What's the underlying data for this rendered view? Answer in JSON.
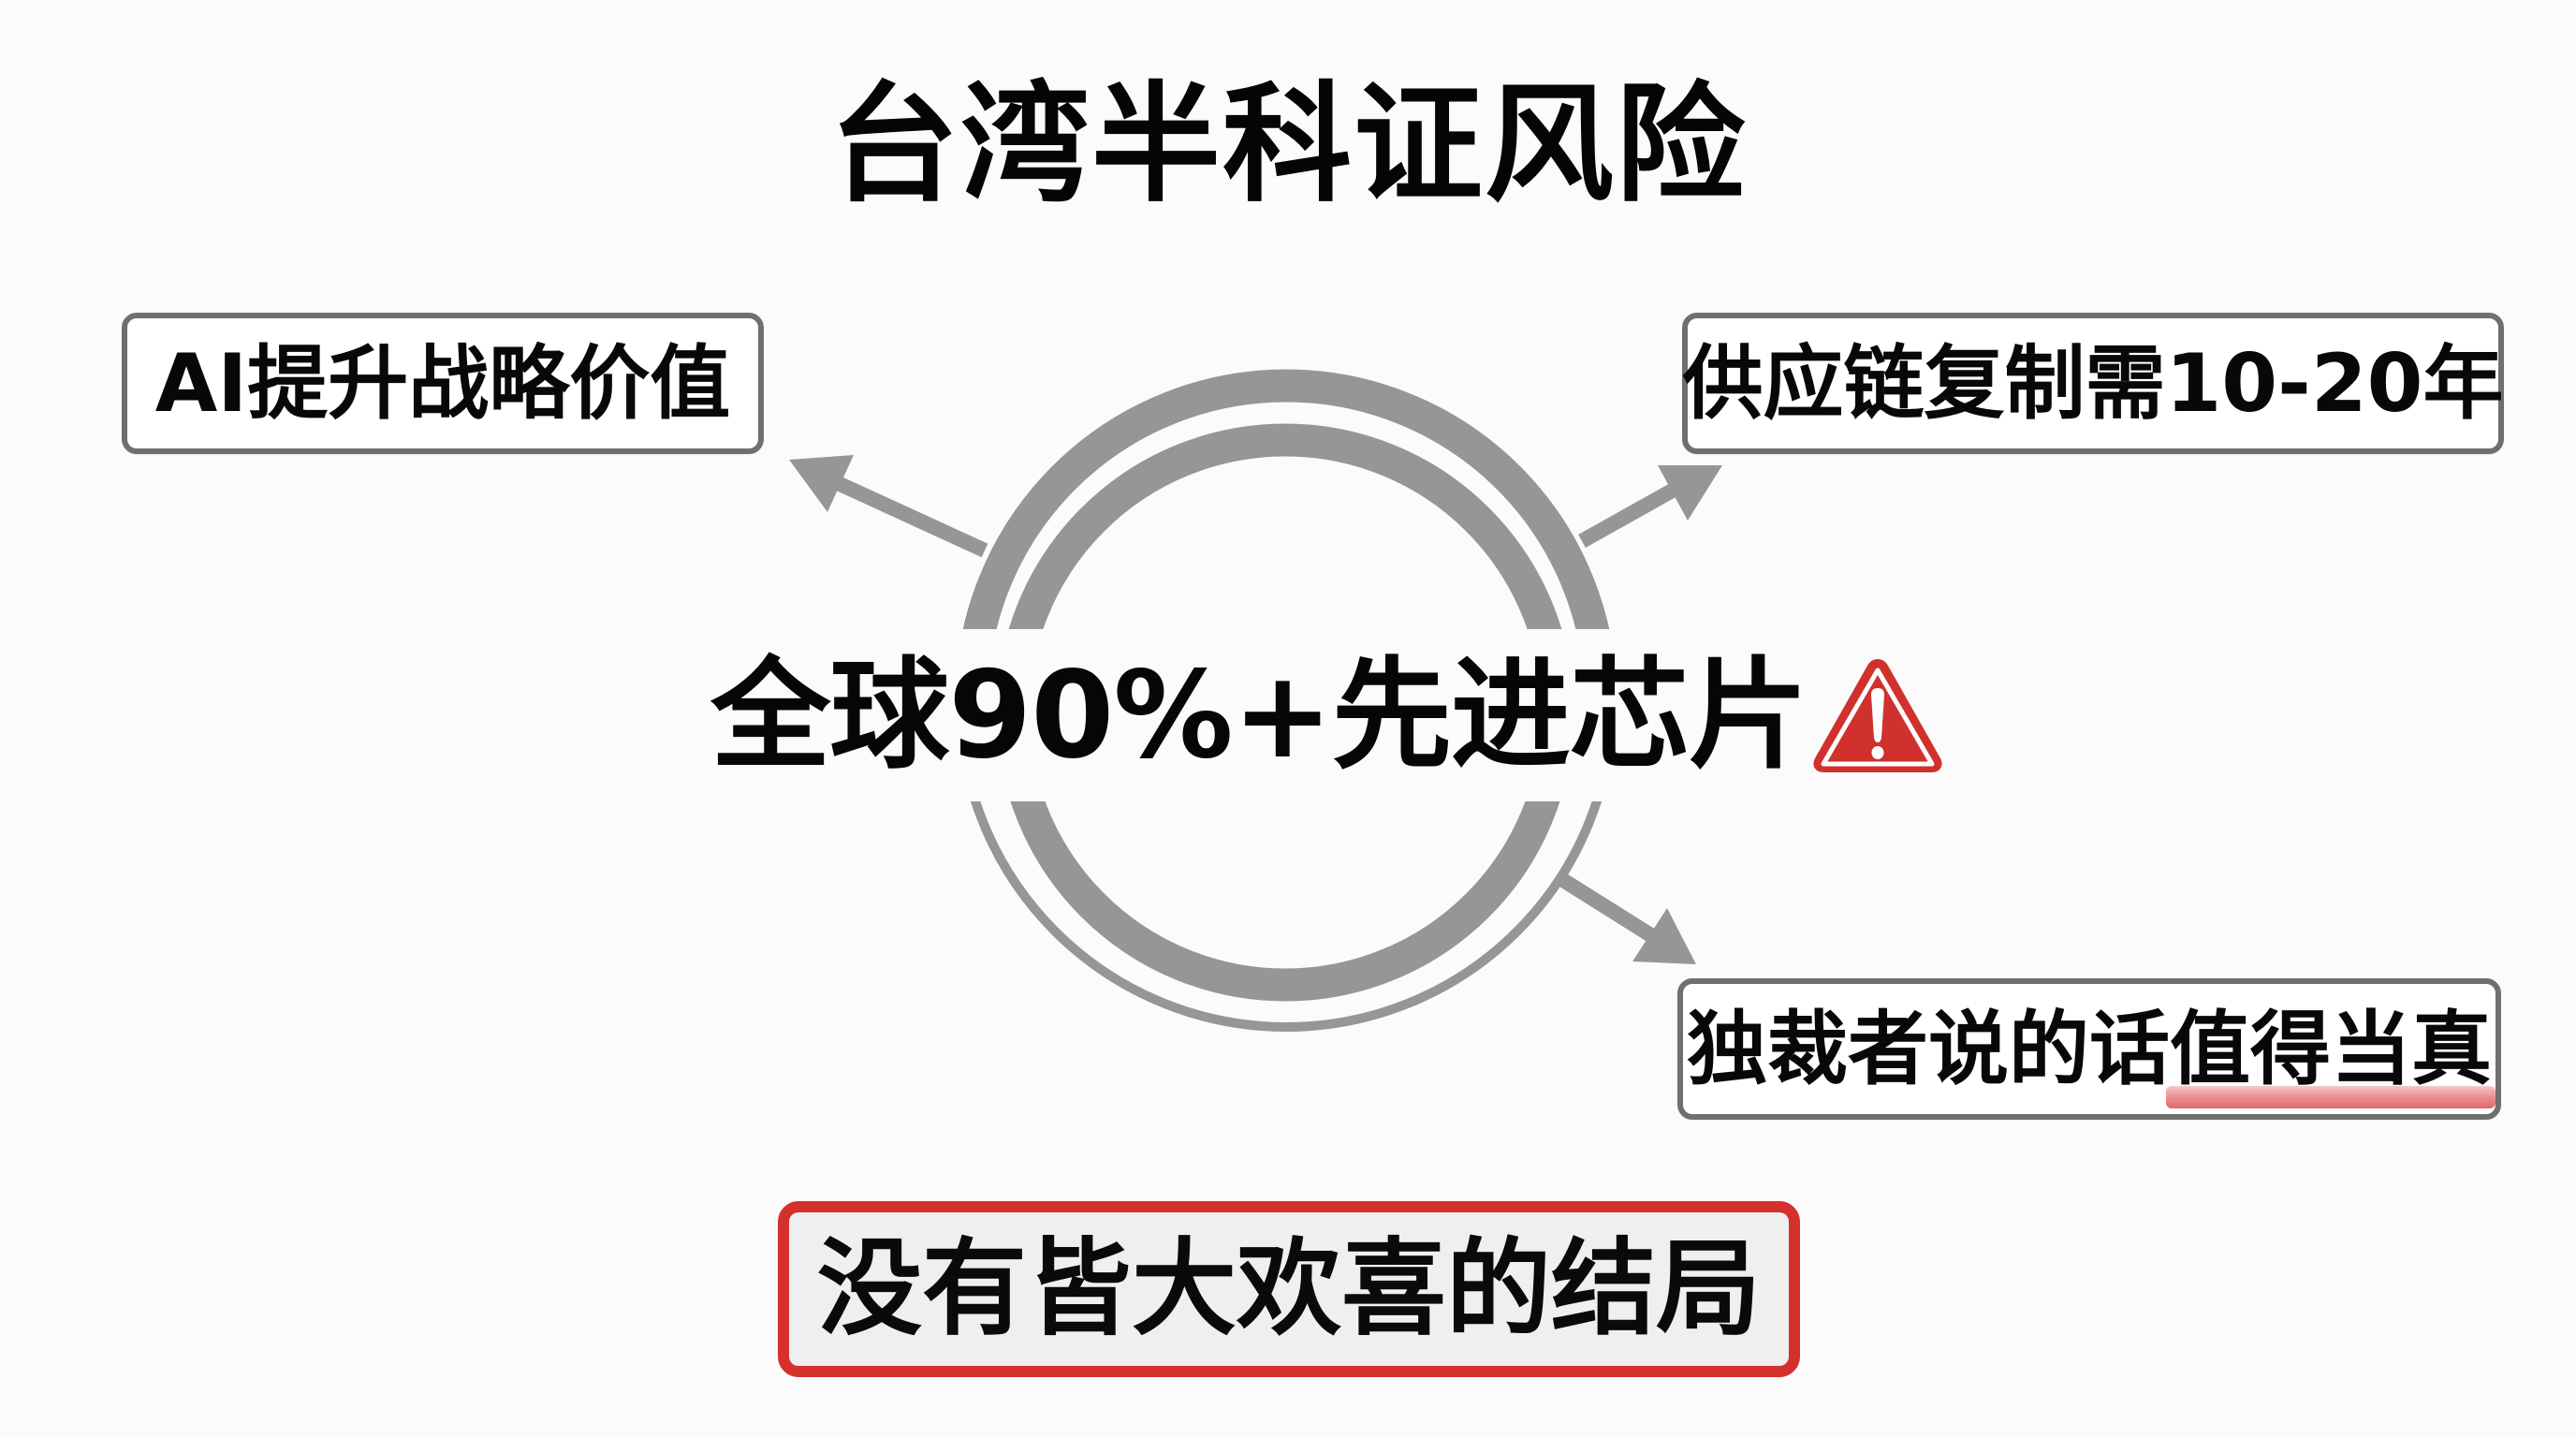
{
  "title": "台湾半科证风险",
  "center": {
    "text": "全球90%+先进芯片",
    "icon": "warning-triangle-icon"
  },
  "nodes": {
    "top_left": {
      "text": "AI提升战略价值"
    },
    "top_right": {
      "text": "供应链复制需10-20年"
    },
    "bottom_right": {
      "text_plain": "独裁者说的话",
      "text_highlighted": "值得当真"
    }
  },
  "conclusion": {
    "text": "没有皆大欢喜的结局"
  },
  "colors": {
    "background": "#fbfbfb",
    "ring_gray": "#969696",
    "box_border_gray": "#6f6f6f",
    "accent_red": "#d4302c",
    "warning_red": "#d0312d",
    "highlight_pink": "#e57f7f",
    "text": "#0a0a0a"
  }
}
